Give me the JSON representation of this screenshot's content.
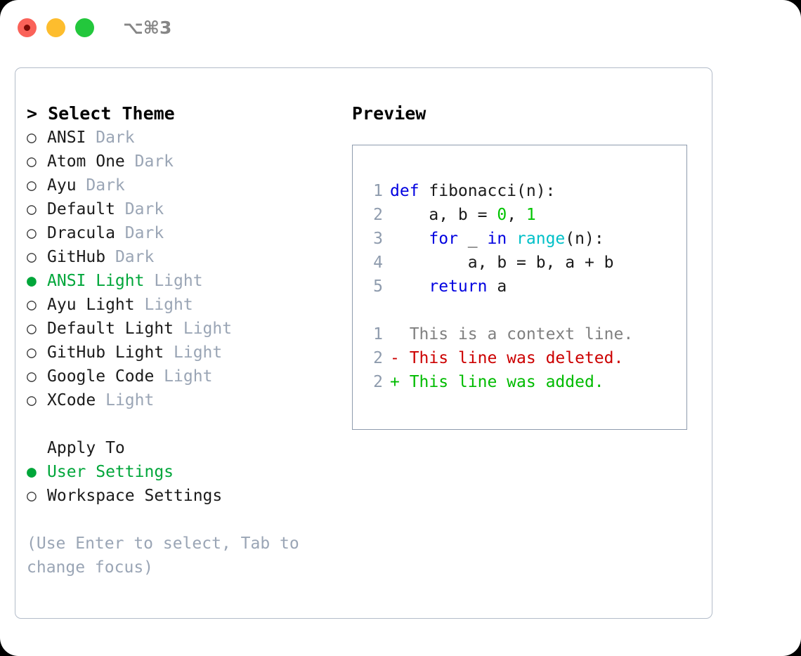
{
  "window": {
    "title": "⌥⌘3",
    "traffic_lights": [
      "close-red",
      "minimize-yellow",
      "maximize-green"
    ]
  },
  "theme_picker": {
    "heading": "> Select Theme",
    "bullet_selected": "●",
    "bullet_unselected": "○",
    "options": [
      {
        "name": "ANSI",
        "badge": "Dark",
        "selected": false
      },
      {
        "name": "Atom One",
        "badge": "Dark",
        "selected": false
      },
      {
        "name": "Ayu",
        "badge": "Dark",
        "selected": false
      },
      {
        "name": "Default",
        "badge": "Dark",
        "selected": false
      },
      {
        "name": "Dracula",
        "badge": "Dark",
        "selected": false
      },
      {
        "name": "GitHub",
        "badge": "Dark",
        "selected": false
      },
      {
        "name": "ANSI Light",
        "badge": "Light",
        "selected": true
      },
      {
        "name": "Ayu Light",
        "badge": "Light",
        "selected": false
      },
      {
        "name": "Default Light",
        "badge": "Light",
        "selected": false
      },
      {
        "name": "GitHub Light",
        "badge": "Light",
        "selected": false
      },
      {
        "name": "Google Code",
        "badge": "Light",
        "selected": false
      },
      {
        "name": "XCode",
        "badge": "Light",
        "selected": false
      }
    ]
  },
  "apply_to": {
    "label": "Apply To",
    "options": [
      {
        "name": "User Settings",
        "selected": true
      },
      {
        "name": "Workspace Settings",
        "selected": false
      }
    ]
  },
  "hint": "(Use Enter to select, Tab to change focus)",
  "preview": {
    "title": "Preview",
    "code_lines": [
      {
        "num": "1",
        "tokens": [
          {
            "t": "def",
            "c": "kw"
          },
          {
            "t": " fibonacci(n):",
            "c": "plain"
          }
        ]
      },
      {
        "num": "2",
        "tokens": [
          {
            "t": "    a, b = ",
            "c": "plain"
          },
          {
            "t": "0",
            "c": "num"
          },
          {
            "t": ", ",
            "c": "plain"
          },
          {
            "t": "1",
            "c": "num"
          }
        ]
      },
      {
        "num": "3",
        "tokens": [
          {
            "t": "    ",
            "c": "plain"
          },
          {
            "t": "for",
            "c": "kw"
          },
          {
            "t": " _ ",
            "c": "plain"
          },
          {
            "t": "in",
            "c": "kw"
          },
          {
            "t": " ",
            "c": "plain"
          },
          {
            "t": "range",
            "c": "fn"
          },
          {
            "t": "(n):",
            "c": "plain"
          }
        ]
      },
      {
        "num": "4",
        "tokens": [
          {
            "t": "        a, b = b, a + b",
            "c": "plain"
          }
        ]
      },
      {
        "num": "5",
        "tokens": [
          {
            "t": "    ",
            "c": "plain"
          },
          {
            "t": "return",
            "c": "kw"
          },
          {
            "t": " a",
            "c": "plain"
          }
        ]
      }
    ],
    "diff_lines": [
      {
        "num": "1",
        "marker": "  ",
        "text": "This is a context line.",
        "kind": "ctx"
      },
      {
        "num": "2",
        "marker": "- ",
        "text": "This line was deleted.",
        "kind": "del"
      },
      {
        "num": "2",
        "marker": "+ ",
        "text": "This line was added.",
        "kind": "add"
      }
    ]
  },
  "colors": {
    "accent_green": "#00a63a",
    "muted": "#9aa5b5",
    "border": "#b3bcc9",
    "preview_border": "#8e9bad",
    "keyword_blue": "#0000e0",
    "function_cyan": "#00c0c8",
    "number_green": "#00c400",
    "diff_del": "#cc0000",
    "diff_add": "#00bb00"
  }
}
